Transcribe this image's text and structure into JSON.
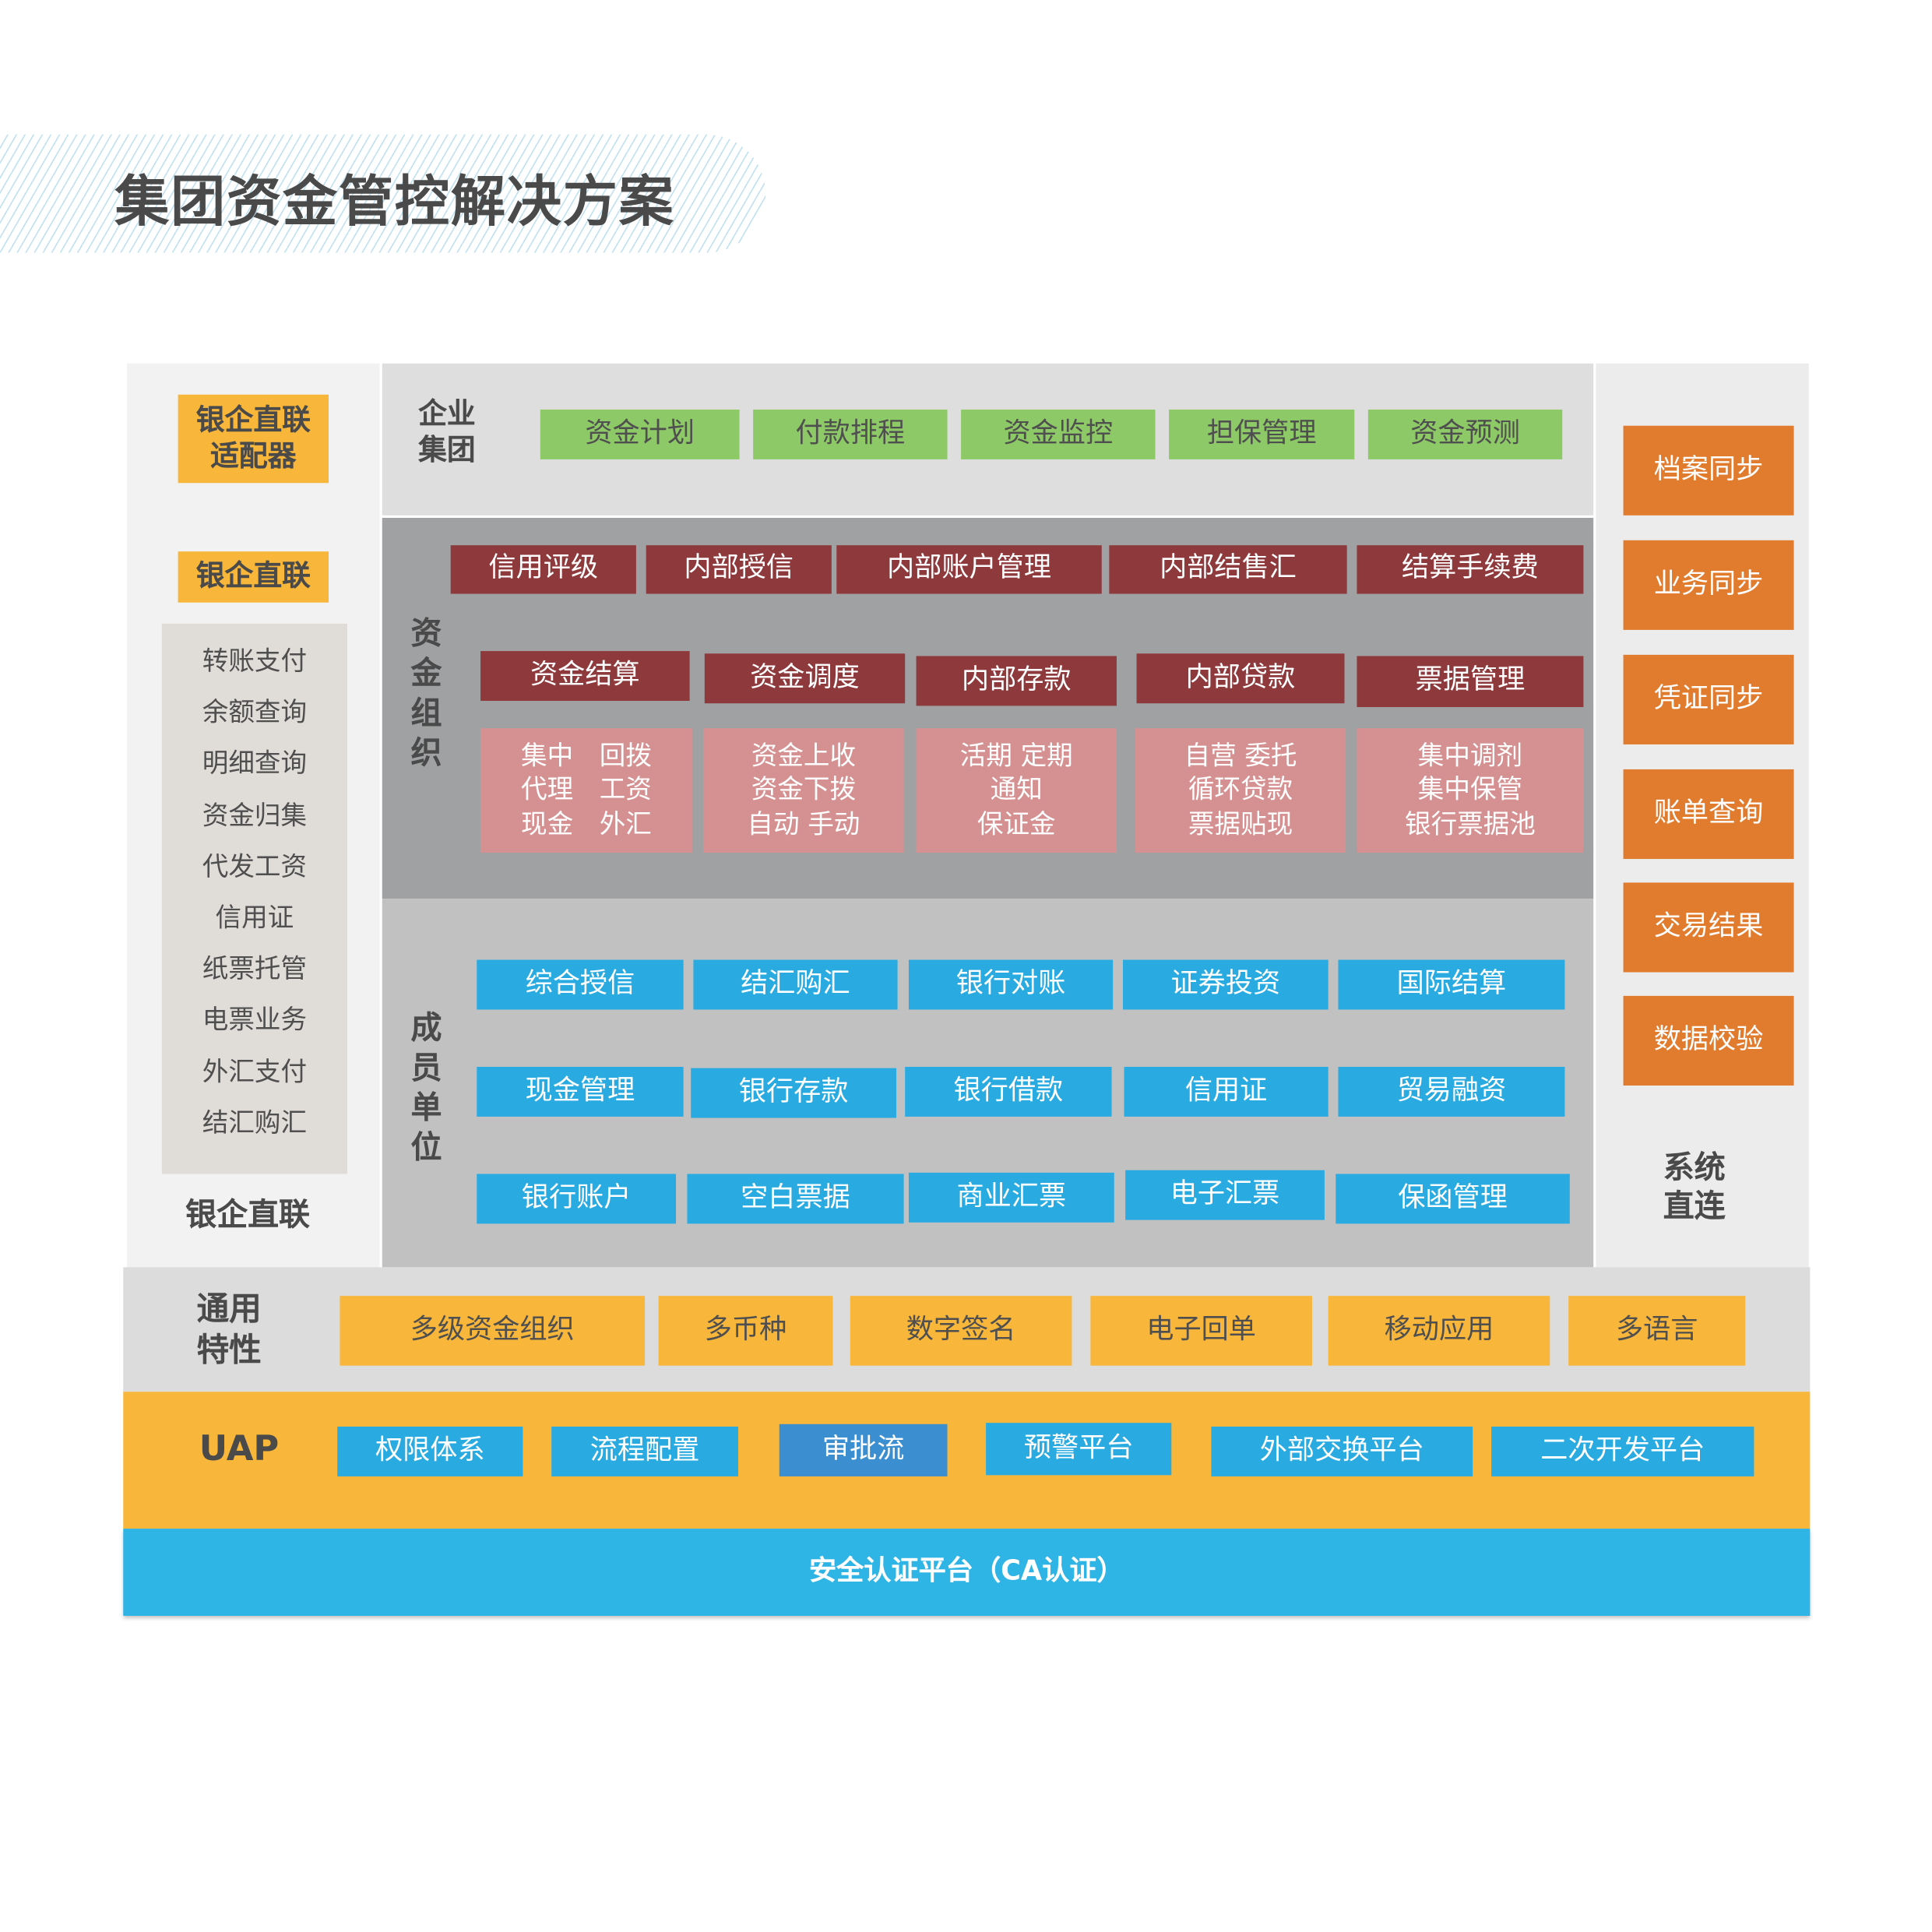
{
  "title": "集团资金管控解决方案",
  "left_column": {
    "adapter_label": "银企直联\n适配器",
    "header_label": "银企直联",
    "items": [
      "转账支付",
      "余额查询",
      "明细查询",
      "资金归集",
      "代发工资",
      "信用证",
      "纸票托管",
      "电票业务",
      "外汇支付",
      "结汇购汇"
    ],
    "footer_label": "银企直联"
  },
  "enterprise_group": {
    "label": "企业\n集团",
    "items": [
      "资金计划",
      "付款排程",
      "资金监控",
      "担保管理",
      "资金预测"
    ]
  },
  "fund_organization": {
    "label": "资\n金\n组\n织",
    "row1": [
      "信用评级",
      "内部授信",
      "内部账户管理",
      "内部结售汇",
      "结算手续费"
    ],
    "row2": [
      "资金结算",
      "资金调度",
      "内部存款",
      "内部贷款",
      "票据管理"
    ],
    "row3": [
      "集中　回拨\n代理　工资\n现金　外汇",
      "资金上收\n资金下拨\n自动  手动",
      "活期  定期\n通知\n保证金",
      "自营  委托\n循环贷款\n票据贴现",
      "集中调剂\n集中保管\n银行票据池"
    ]
  },
  "member_units": {
    "label": "成\n员\n单\n位",
    "row1": [
      "综合授信",
      "结汇购汇",
      "银行对账",
      "证券投资",
      "国际结算"
    ],
    "row2": [
      "现金管理",
      "银行存款",
      "银行借款",
      "信用证",
      "贸易融资"
    ],
    "row3": [
      "银行账户",
      "空白票据",
      "商业汇票",
      "电子汇票",
      "保函管理"
    ]
  },
  "system_direct": {
    "items": [
      "档案同步",
      "业务同步",
      "凭证同步",
      "账单查询",
      "交易结果",
      "数据校验"
    ],
    "label": "系统\n直连"
  },
  "common_features": {
    "label": "通用\n特性",
    "items": [
      "多级资金组织",
      "多币种",
      "数字签名",
      "电子回单",
      "移动应用",
      "多语言"
    ]
  },
  "uap": {
    "label": "UAP",
    "items": [
      "权限体系",
      "流程配置",
      "审批流",
      "预警平台",
      "外部交换平台",
      "二次开发平台"
    ]
  },
  "security": {
    "label": "安全认证平台（CA认证）"
  },
  "colors": {
    "green": "#8dc966",
    "dark_red": "#8e3a3d",
    "pink": "#d59192",
    "blue": "#29abe2",
    "orange": "#e17c2f",
    "yellow": "#f8b63a"
  }
}
